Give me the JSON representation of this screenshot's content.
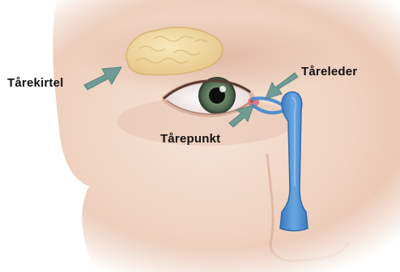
{
  "labels": {
    "lacrimal_gland": "Tårekirtel",
    "lacrimal_duct": "Tåreleder",
    "lacrimal_punctum": "Tårepunkt"
  },
  "colors": {
    "skin": "#f3d9c9",
    "skin_shadow": "#dcb3a0",
    "gland": "#f0d9a0",
    "duct": "#4f8fd0",
    "arrow": "#6f9c94",
    "iris": "#5d7a62",
    "label_text": "#111111"
  }
}
